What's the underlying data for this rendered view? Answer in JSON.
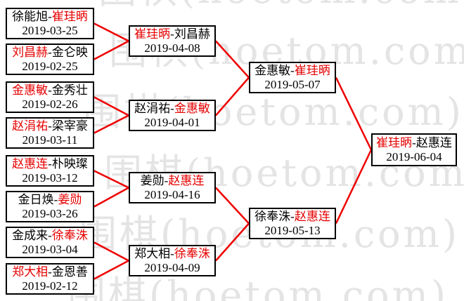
{
  "watermark": {
    "text": "围棋(hoetom.com)",
    "color": "#e4e4e4"
  },
  "colors": {
    "connector_line": "#ee0000",
    "winner_name": "#e60000",
    "loser_name": "#000000",
    "box_border": "#000000",
    "box_background": "#ffffff"
  },
  "bracket": {
    "rounds": [
      {
        "matches": [
          {
            "players": [
              "徐能旭",
              "崔珪昞"
            ],
            "red_player_index": 1,
            "date": "2019-03-25"
          },
          {
            "players": [
              "刘昌赫",
              "金仑映"
            ],
            "red_player_index": 0,
            "date": "2019-02-25"
          },
          {
            "players": [
              "金惠敏",
              "金秀壮"
            ],
            "red_player_index": 0,
            "date": "2019-02-26"
          },
          {
            "players": [
              "赵涓祐",
              "梁宰豪"
            ],
            "red_player_index": 0,
            "date": "2019-03-11"
          },
          {
            "players": [
              "赵惠连",
              "朴映璨"
            ],
            "red_player_index": 0,
            "date": "2019-03-12"
          },
          {
            "players": [
              "金日焕",
              "姜勋"
            ],
            "red_player_index": 1,
            "date": "2019-03-26"
          },
          {
            "players": [
              "金成来",
              "徐奉洙"
            ],
            "red_player_index": 1,
            "date": "2019-03-04"
          },
          {
            "players": [
              "郑大相",
              "金恩善"
            ],
            "red_player_index": 0,
            "date": "2019-02-12"
          }
        ]
      },
      {
        "matches": [
          {
            "players": [
              "崔珪昞",
              "刘昌赫"
            ],
            "red_player_index": 0,
            "date": "2019-04-08"
          },
          {
            "players": [
              "赵涓祐",
              "金惠敏"
            ],
            "red_player_index": 1,
            "date": "2019-04-01"
          },
          {
            "players": [
              "姜勋",
              "赵惠连"
            ],
            "red_player_index": 1,
            "date": "2019-04-16"
          },
          {
            "players": [
              "郑大相",
              "徐奉洙"
            ],
            "red_player_index": 1,
            "date": "2019-04-09"
          }
        ]
      },
      {
        "matches": [
          {
            "players": [
              "金惠敏",
              "崔珪昞"
            ],
            "red_player_index": 1,
            "date": "2019-05-07"
          },
          {
            "players": [
              "徐奉洙",
              "赵惠连"
            ],
            "red_player_index": 1,
            "date": "2019-05-13"
          }
        ]
      },
      {
        "matches": [
          {
            "players": [
              "崔珪昞",
              "赵惠连"
            ],
            "red_player_index": 0,
            "date": "2019-06-04"
          }
        ]
      }
    ]
  }
}
